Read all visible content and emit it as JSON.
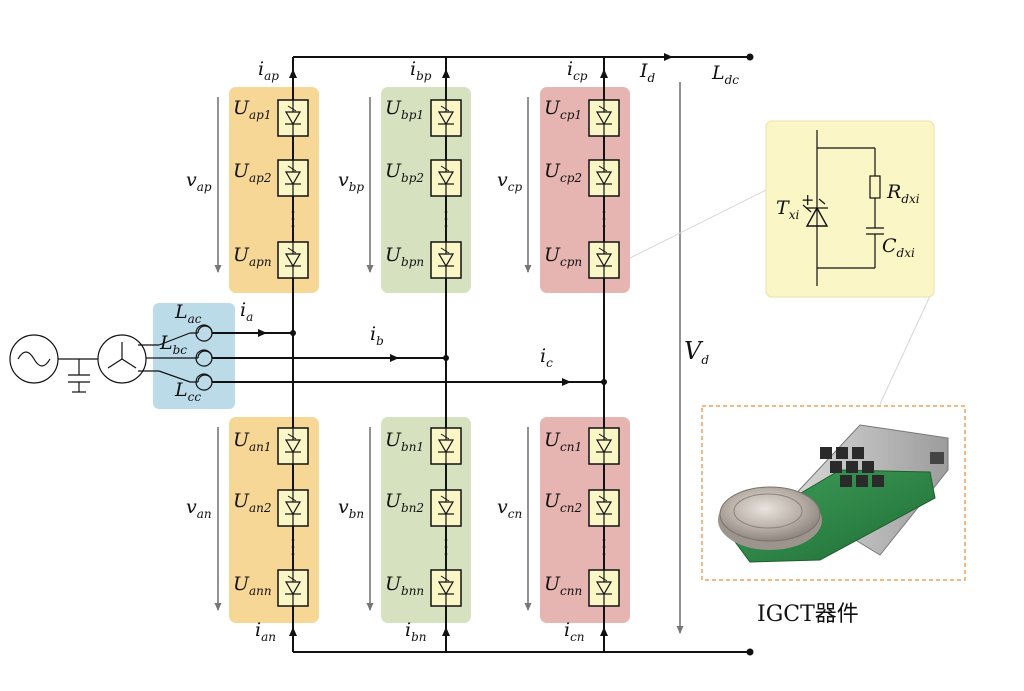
{
  "colors": {
    "phase_a": "#f7d795",
    "phase_b": "#d6e2bf",
    "phase_c": "#e6b5b1",
    "submodule": "#fbf6c6",
    "inductor_box": "#bcdbe8",
    "detail_box": "#fbf6c6",
    "photo_border": "#f0a25a"
  },
  "icons": [
    "ac-source-icon",
    "transformer-icon",
    "capacitor-icon",
    "igct-submodule-icon",
    "igct-device-photo"
  ],
  "phases": [
    {
      "upper_current": {
        "sym": "i",
        "sub": "ap"
      },
      "lower_current": {
        "sym": "i",
        "sub": "an"
      },
      "upper_voltage": {
        "sym": "v",
        "sub": "ap"
      },
      "lower_voltage": {
        "sym": "v",
        "sub": "an"
      },
      "upper_cells": [
        {
          "sym": "U",
          "sub": "ap1"
        },
        {
          "sym": "U",
          "sub": "ap2"
        },
        {
          "sym": "U",
          "sub": "apn"
        }
      ],
      "lower_cells": [
        {
          "sym": "U",
          "sub": "an1"
        },
        {
          "sym": "U",
          "sub": "an2"
        },
        {
          "sym": "U",
          "sub": "ann"
        }
      ],
      "ac_current": {
        "sym": "i",
        "sub": "a"
      },
      "inductor": {
        "sym": "L",
        "sub": "ac"
      }
    },
    {
      "upper_current": {
        "sym": "i",
        "sub": "bp"
      },
      "lower_current": {
        "sym": "i",
        "sub": "bn"
      },
      "upper_voltage": {
        "sym": "v",
        "sub": "bp"
      },
      "lower_voltage": {
        "sym": "v",
        "sub": "bn"
      },
      "upper_cells": [
        {
          "sym": "U",
          "sub": "bp1"
        },
        {
          "sym": "U",
          "sub": "bp2"
        },
        {
          "sym": "U",
          "sub": "bpn"
        }
      ],
      "lower_cells": [
        {
          "sym": "U",
          "sub": "bn1"
        },
        {
          "sym": "U",
          "sub": "bn2"
        },
        {
          "sym": "U",
          "sub": "bnn"
        }
      ],
      "ac_current": {
        "sym": "i",
        "sub": "b"
      },
      "inductor": {
        "sym": "L",
        "sub": "bc"
      }
    },
    {
      "upper_current": {
        "sym": "i",
        "sub": "cp"
      },
      "lower_current": {
        "sym": "i",
        "sub": "cn"
      },
      "upper_voltage": {
        "sym": "v",
        "sub": "cp"
      },
      "lower_voltage": {
        "sym": "v",
        "sub": "cn"
      },
      "upper_cells": [
        {
          "sym": "U",
          "sub": "cp1"
        },
        {
          "sym": "U",
          "sub": "cp2"
        },
        {
          "sym": "U",
          "sub": "cpn"
        }
      ],
      "lower_cells": [
        {
          "sym": "U",
          "sub": "cn1"
        },
        {
          "sym": "U",
          "sub": "cn2"
        },
        {
          "sym": "U",
          "sub": "cnn"
        }
      ],
      "ac_current": {
        "sym": "i",
        "sub": "c"
      },
      "inductor": {
        "sym": "L",
        "sub": "cc"
      }
    }
  ],
  "dc": {
    "current": {
      "sym": "I",
      "sub": "d"
    },
    "inductor": {
      "sym": "L",
      "sub": "dc"
    },
    "voltage": {
      "sym": "V",
      "sub": "d"
    }
  },
  "detail": {
    "thyristor": {
      "sym": "T",
      "sub": "xi"
    },
    "resistor": {
      "sym": "R",
      "sub": "dxi"
    },
    "capacitor": {
      "sym": "C",
      "sub": "dxi"
    },
    "polarity": "+"
  },
  "caption": "IGCT器件"
}
